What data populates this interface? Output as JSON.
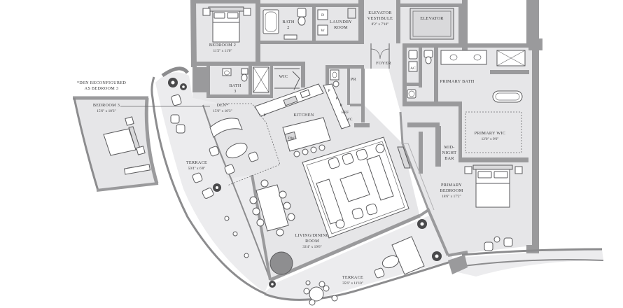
{
  "rooms": {
    "bedroom2": {
      "name": "BEDROOM 2",
      "dim": "11'2\" x 11'0\""
    },
    "bath2": {
      "name": "BATH",
      "num": "2"
    },
    "laundry": {
      "name": "LAUNDRY",
      "name2": "ROOM",
      "d": "D",
      "w": "W"
    },
    "elevator_vestibule": {
      "name": "ELEVATOR",
      "name2": "VESTIBULE",
      "dim": "8'2\" x 7'10\""
    },
    "elevator": {
      "name": "ELEVATOR"
    },
    "foyer": {
      "name": "FOYER"
    },
    "wic": {
      "name": "WIC"
    },
    "bath3": {
      "name": "BATH",
      "num": "3"
    },
    "pr": {
      "name": "PR"
    },
    "den": {
      "name": "DEN*",
      "dim": "15'6\" x 10'3\""
    },
    "kitchen": {
      "name": "KITCHEN"
    },
    "primary_bath": {
      "name": "PRIMARY BATH"
    },
    "primary_wic": {
      "name": "PRIMARY WIC",
      "dim": "12'0\" x 9'6\""
    },
    "midnight_bar": {
      "name": "MID-",
      "name2": "NIGHT",
      "name3": "BAR"
    },
    "primary_bedroom": {
      "name": "PRIMARY",
      "name2": "BEDROOM",
      "dim": "18'6\" x 17'2\""
    },
    "living_dining": {
      "name": "LIVING/DINING",
      "name2": "ROOM",
      "dim": "33'4\" x 19'6\""
    },
    "terrace_west": {
      "name": "TERRACE",
      "dim": "50'4\" x 6'8\""
    },
    "terrace_south": {
      "name": "TERRACE",
      "dim": "35'6\" x 11'10\""
    }
  },
  "fixtures": {
    "ac": "AC",
    "dw": "DW",
    "ref": "REF",
    "wc": "WC",
    "p1": "P",
    "p2": "P",
    "p3": "P",
    "p4": "P"
  },
  "inset": {
    "note_line1": "*DEN RECONFIGURED",
    "note_line2": "AS BEDROOM 3",
    "room": "BEDROOM 3",
    "dim": "15'6\" x 10'3\""
  },
  "colors": {
    "wall": "#9a9a9c",
    "floor": "#e6e6e8",
    "line": "#5a5a5c"
  }
}
